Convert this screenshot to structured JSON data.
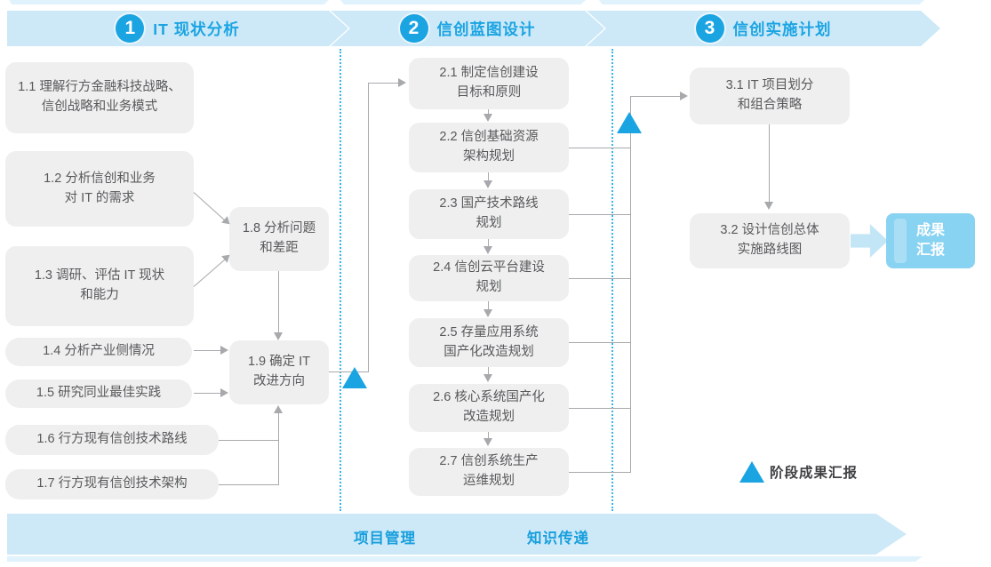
{
  "phases": [
    {
      "number": "1",
      "title": "IT 现状分析",
      "tasks": [
        {
          "lines": [
            "1.1 理解行方金融科技战略、",
            "信创战略和业务模式"
          ]
        },
        {
          "lines": [
            "1.2 分析信创和业务",
            "对 IT 的需求"
          ]
        },
        {
          "lines": [
            "1.3 调研、评估 IT 现状",
            "和能力"
          ]
        },
        {
          "lines": [
            "1.4 分析产业侧情况"
          ]
        },
        {
          "lines": [
            "1.5 研究同业最佳实践"
          ]
        },
        {
          "lines": [
            "1.6 行方现有信创技术路线"
          ]
        },
        {
          "lines": [
            "1.7 行方现有信创技术架构"
          ]
        },
        {
          "lines": [
            "1.8 分析问题",
            "和差距"
          ]
        },
        {
          "lines": [
            "1.9 确定 IT",
            "改进方向"
          ]
        }
      ]
    },
    {
      "number": "2",
      "title": "信创蓝图设计",
      "tasks": [
        {
          "lines": [
            "2.1 制定信创建设",
            "目标和原则"
          ]
        },
        {
          "lines": [
            "2.2 信创基础资源",
            "架构规划"
          ]
        },
        {
          "lines": [
            "2.3 国产技术路线",
            "规划"
          ]
        },
        {
          "lines": [
            "2.4 信创云平台建设",
            "规划"
          ]
        },
        {
          "lines": [
            "2.5 存量应用系统",
            "国产化改造规划"
          ]
        },
        {
          "lines": [
            "2.6 核心系统国产化",
            "改造规划"
          ]
        },
        {
          "lines": [
            "2.7 信创系统生产",
            "运维规划"
          ]
        }
      ]
    },
    {
      "number": "3",
      "title": "信创实施计划",
      "tasks": [
        {
          "lines": [
            "3.1 IT 项目划分",
            "和组合策略"
          ]
        },
        {
          "lines": [
            "3.2 设计信创总体",
            "实施路线图"
          ]
        }
      ]
    }
  ],
  "result_box": {
    "lines": [
      "成果",
      "汇报"
    ]
  },
  "legend": {
    "label": "阶段成果汇报"
  },
  "bottom_banner": {
    "items": [
      "项目管理",
      "知识传递"
    ]
  },
  "colors": {
    "accent_blue": "#1ba4e2",
    "banner_bg": "#cde9f8",
    "box_bg": "#efefef",
    "box_text": "#58595b",
    "connector": "#a7a9ac",
    "result_bg": "#88d2f2",
    "bottom_text": "#189fdd",
    "dotted_sep": "#3ab4e9"
  }
}
